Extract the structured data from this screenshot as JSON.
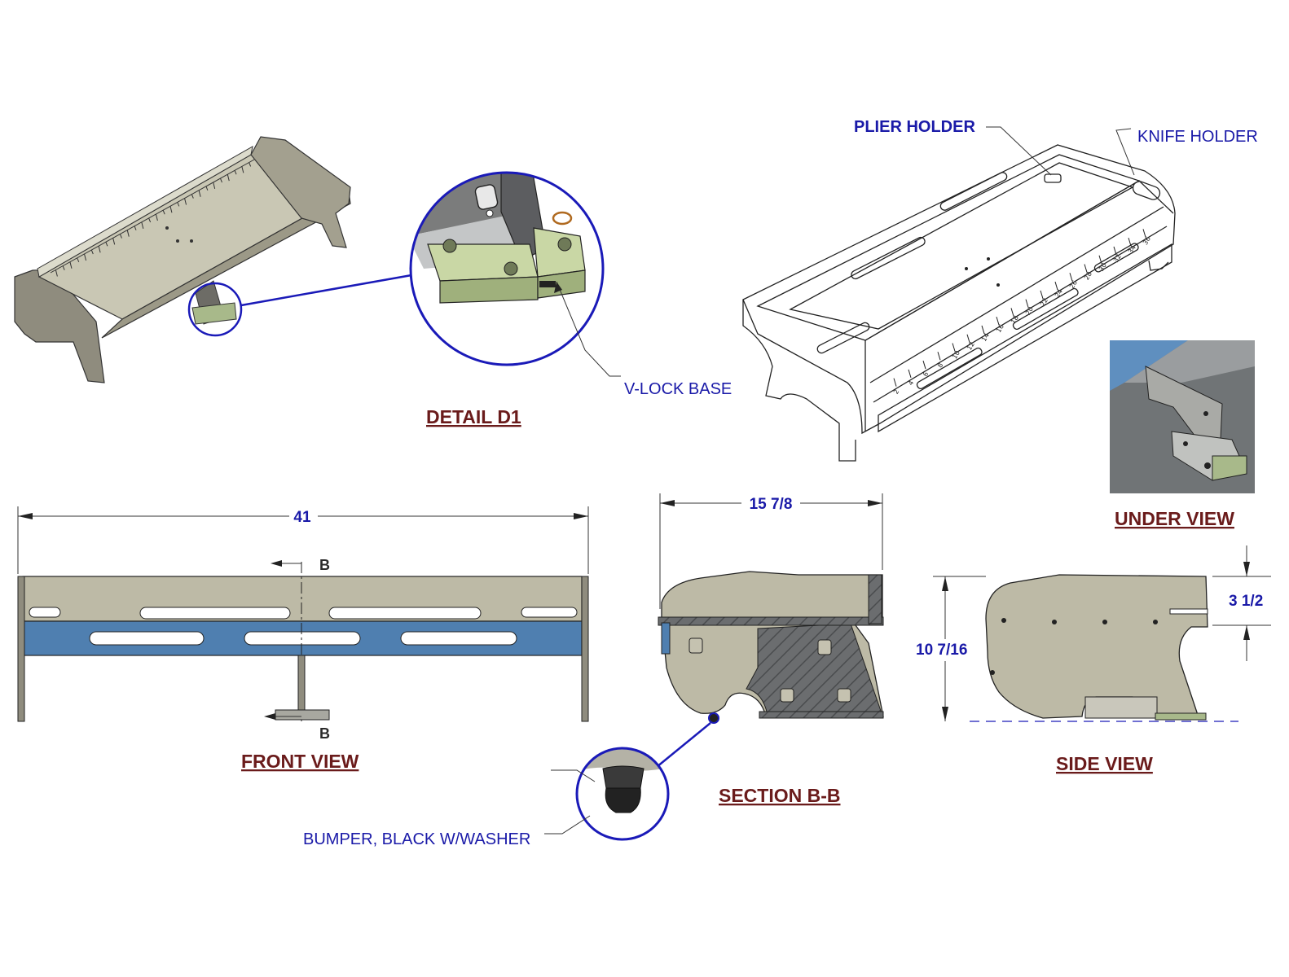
{
  "views": {
    "detail": "DETAIL  D1",
    "front": "FRONT VIEW",
    "section": "SECTION B-B",
    "side": "SIDE VIEW",
    "under": "UNDER VIEW"
  },
  "callouts": {
    "plier_holder": "PLIER HOLDER",
    "knife_holder": "KNIFE HOLDER",
    "v_lock_base": "V-LOCK BASE",
    "bumper": "BUMPER, BLACK W/WASHER"
  },
  "dimensions": {
    "width": "41",
    "depth": "15 7/8",
    "height": "10 7/16",
    "rail_height": "3 1/2"
  },
  "section_marks": {
    "top": "B",
    "bottom": "B"
  },
  "ruler_ticks": [
    "2",
    "4",
    "6",
    "8",
    "10",
    "12",
    "14",
    "16",
    "18",
    "20",
    "22",
    "24",
    "26",
    "28",
    "30",
    "32",
    "34",
    "36"
  ],
  "colors": {
    "callout_text": "#1a1aa8",
    "view_title": "#6a1b1b",
    "panel_fill": "#a9a793",
    "rail_blue": "#4f7fb0",
    "base_green": "#a8b98a",
    "detail_circle": "#1a1ab8"
  }
}
